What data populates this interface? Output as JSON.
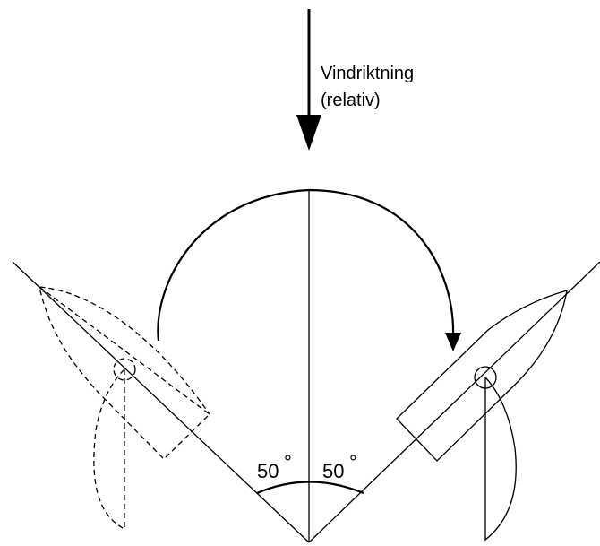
{
  "wind_label_line1": "Vindriktning",
  "wind_label_line2": "(relativ)",
  "angle_left": "50",
  "angle_right": "50",
  "degree_symbol": "°"
}
